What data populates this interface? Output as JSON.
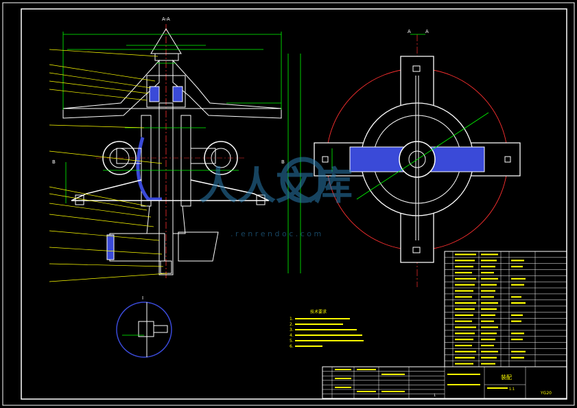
{
  "colors": {
    "background": "#000000",
    "frame": "#ffffff",
    "outline": "#ffffff",
    "dimension": "#00ff00",
    "center_line": "#ff3030",
    "section_fill": "#3a4ad8",
    "hatch": "#ff2020",
    "callout": "#ffff00",
    "title_text": "#ffff00",
    "watermark": "#2a7db0"
  },
  "watermark": {
    "mark": "人人文库",
    "url": ". r e n r e n d o c . c o m"
  },
  "title_block": {
    "drawing_name": "装配",
    "drawing_number": "YG20",
    "scale": "1:1",
    "sheet_no": "1"
  },
  "section_labels": [
    "A",
    "A",
    "A-A",
    "B",
    "B",
    "I"
  ],
  "tech_requirements": {
    "heading": "技术要求",
    "lines": [
      "1.",
      "2.",
      "3.",
      "4.",
      "5.",
      "6."
    ]
  }
}
